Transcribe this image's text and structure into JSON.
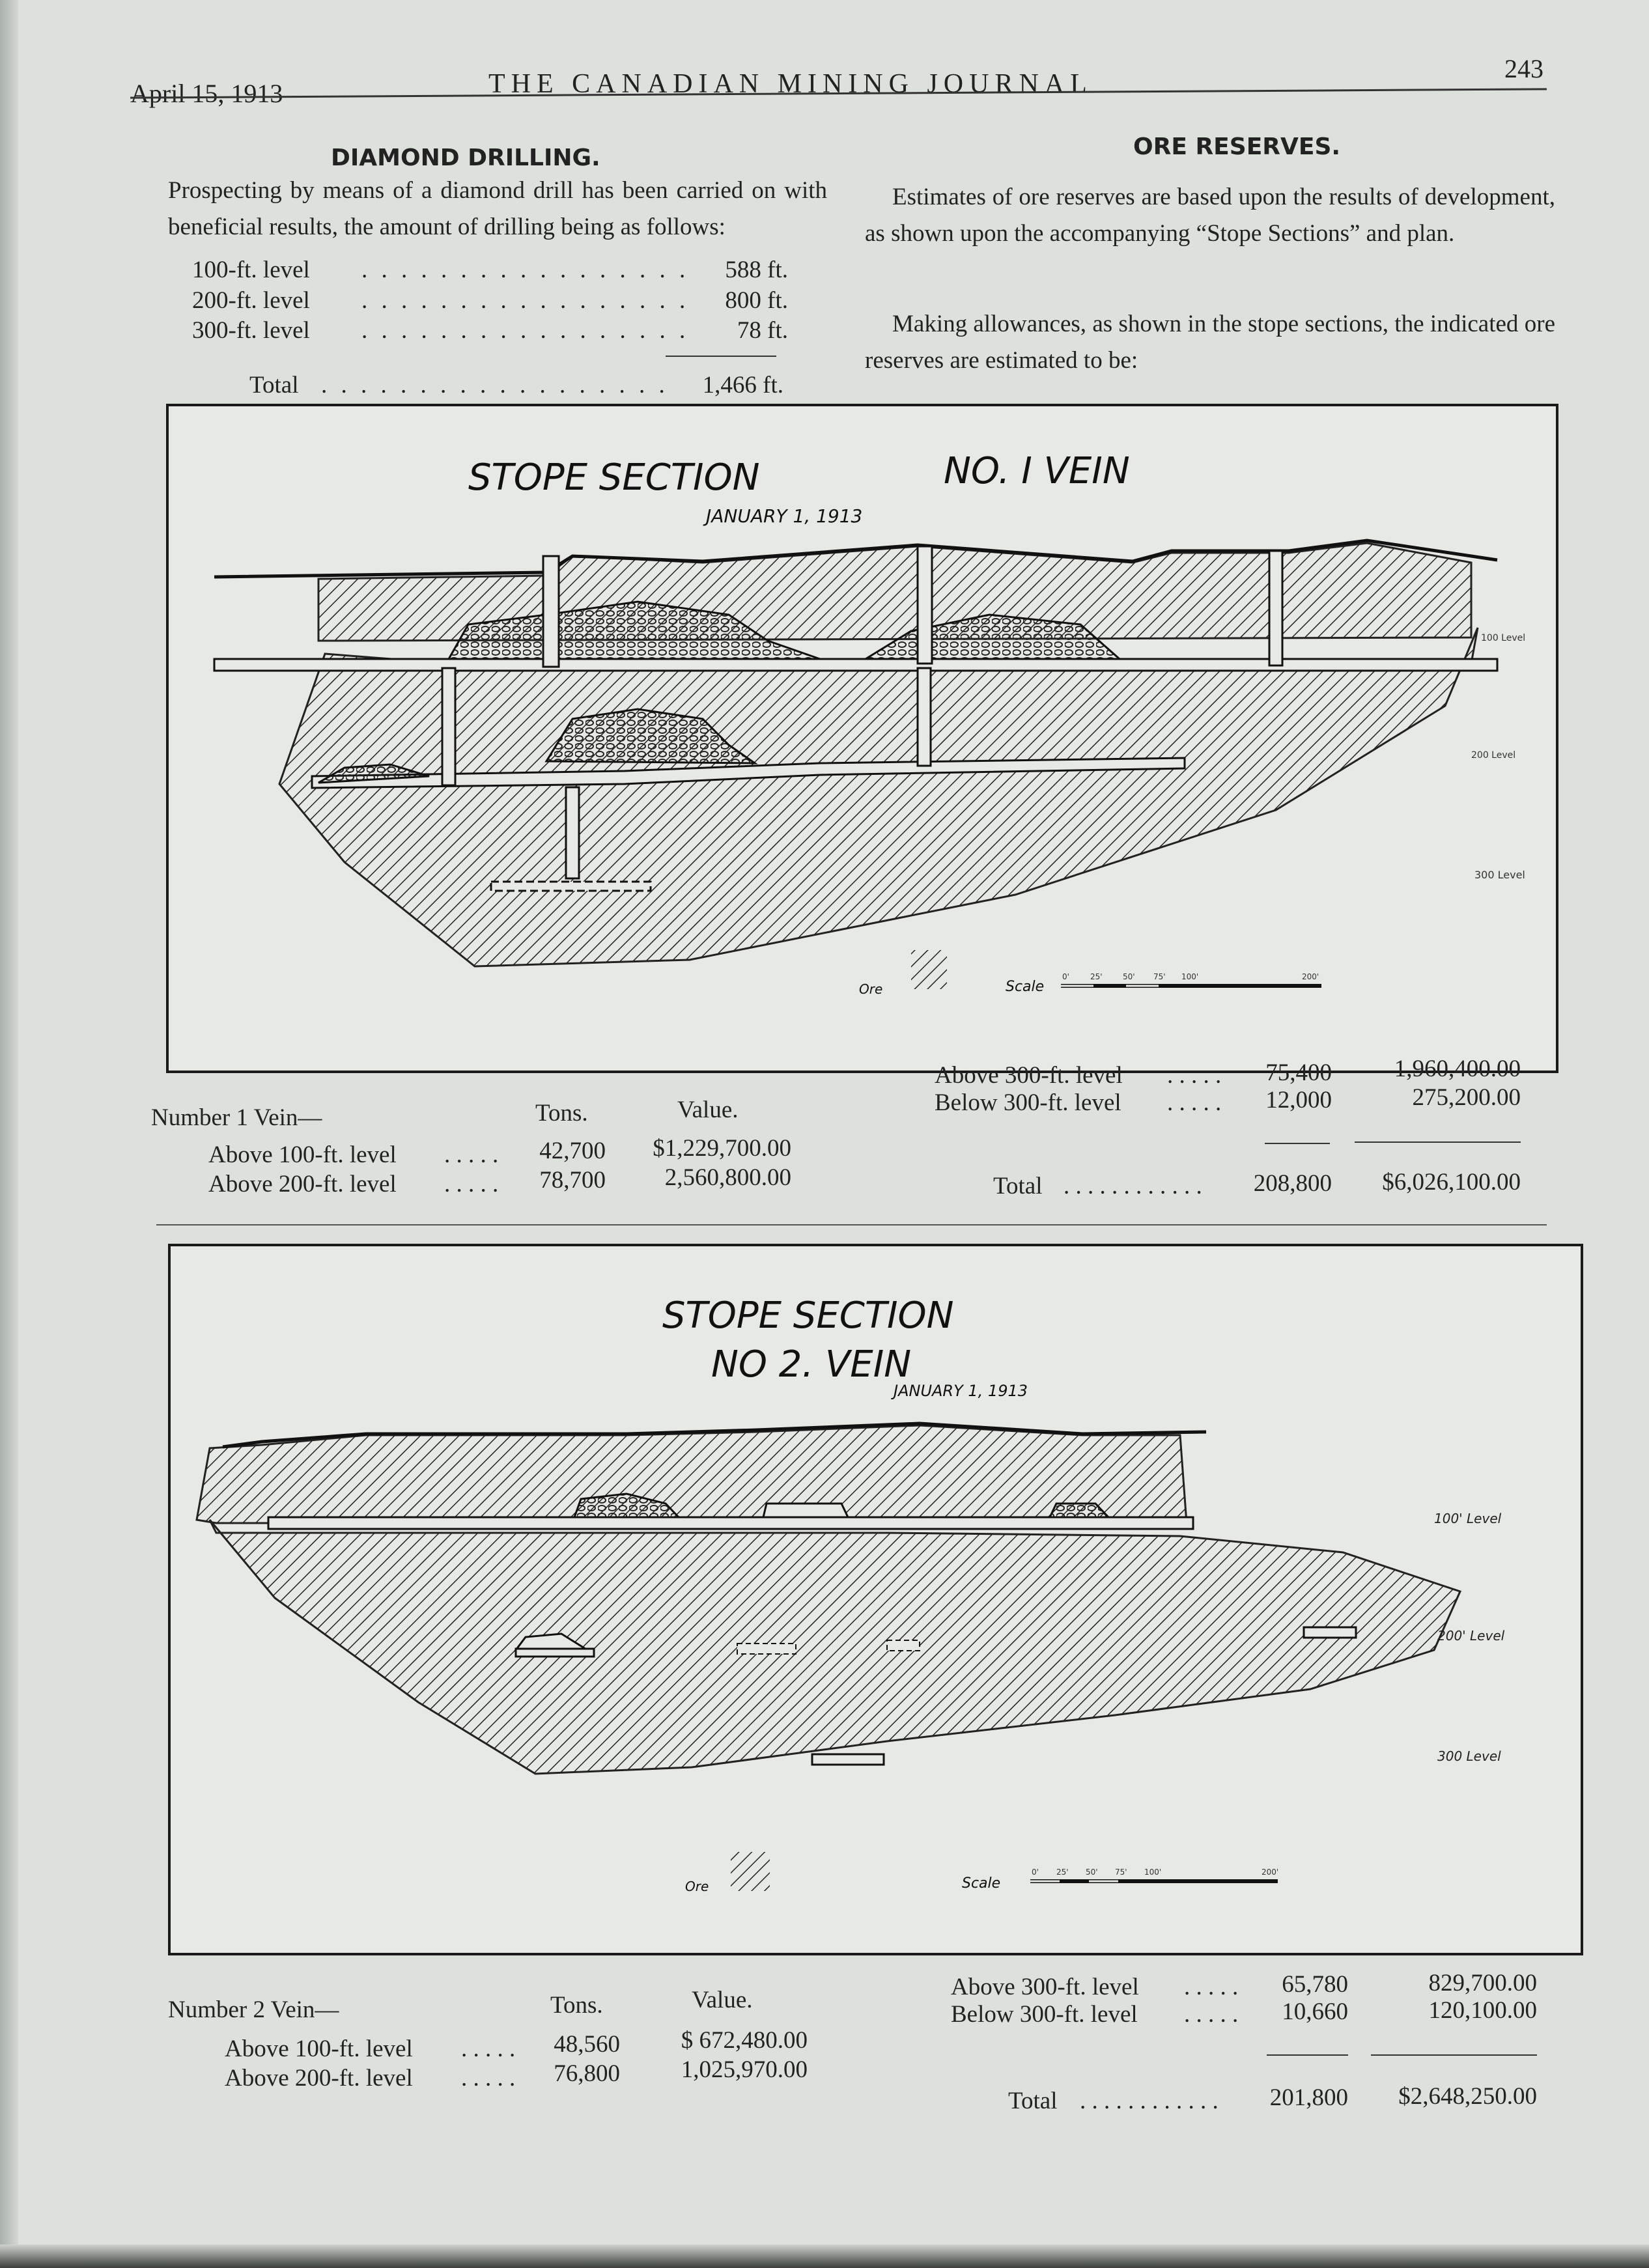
{
  "header": {
    "date": "April 15, 1913",
    "journal": "THE CANADIAN MINING JOURNAL",
    "page_number": "243"
  },
  "diamond_drilling": {
    "heading": "DIAMOND DRILLING.",
    "text": "Prospecting by means of a diamond drill has been carried on with beneficial results, the amount of drilling being as follows:",
    "rows": [
      {
        "label": "100-ft. level",
        "value": "588 ft."
      },
      {
        "label": "200-ft. level",
        "value": "800 ft."
      },
      {
        "label": "300-ft. level",
        "value": "78 ft."
      }
    ],
    "total_label": "Total",
    "total_value": "1,466 ft."
  },
  "ore_reserves": {
    "heading": "ORE RESERVES.",
    "para1": "Estimates of ore reserves are based upon the results of development, as shown upon the accompanying “Stope Sections” and plan.",
    "para2": "Making allowances, as shown in the stope sections, the indicated ore reserves are estimated to be:"
  },
  "figure1": {
    "title": "STOPE SECTION",
    "subtitle": "NO. I VEIN",
    "date": "JANUARY 1, 1913",
    "level_labels": [
      "100 Level",
      "200 Level",
      "300 Level"
    ],
    "legend_ore": "Ore",
    "scale_label": "Scale",
    "scale_ticks": [
      "0'",
      "25'",
      "50'",
      "75'",
      "100'",
      "200'"
    ]
  },
  "vein1_table": {
    "title": "Number 1 Vein—",
    "col_tons": "Tons.",
    "col_value": "Value.",
    "rows": [
      {
        "label": "Above 100-ft. level",
        "tons": "42,700",
        "value": "$1,229,700.00"
      },
      {
        "label": "Above 200-ft. level",
        "tons": "78,700",
        "value": "2,560,800.00"
      },
      {
        "label": "Above 300-ft. level",
        "tons": "75,400",
        "value": "1,960,400.00"
      },
      {
        "label": "Below 300-ft. level",
        "tons": "12,000",
        "value": "275,200.00"
      }
    ],
    "total_label": "Total",
    "total_tons": "208,800",
    "total_value": "$6,026,100.00"
  },
  "figure2": {
    "title": "STOPE SECTION",
    "subtitle": "NO 2. VEIN",
    "date": "JANUARY 1, 1913",
    "level_labels": [
      "100' Level",
      "200' Level",
      "300 Level"
    ],
    "legend_ore": "Ore",
    "scale_label": "Scale",
    "scale_ticks": [
      "0'",
      "25'",
      "50'",
      "75'",
      "100'",
      "200'"
    ]
  },
  "vein2_table": {
    "title": "Number 2 Vein—",
    "col_tons": "Tons.",
    "col_value": "Value.",
    "rows": [
      {
        "label": "Above 100-ft. level",
        "tons": "48,560",
        "value": "$ 672,480.00"
      },
      {
        "label": "Above 200-ft. level",
        "tons": "76,800",
        "value": "1,025,970.00"
      },
      {
        "label": "Above 300-ft. level",
        "tons": "65,780",
        "value": "829,700.00"
      },
      {
        "label": "Below 300-ft. level",
        "tons": "10,660",
        "value": "120,100.00"
      }
    ],
    "total_label": "Total",
    "total_tons": "201,800",
    "total_value": "$2,648,250.00"
  }
}
